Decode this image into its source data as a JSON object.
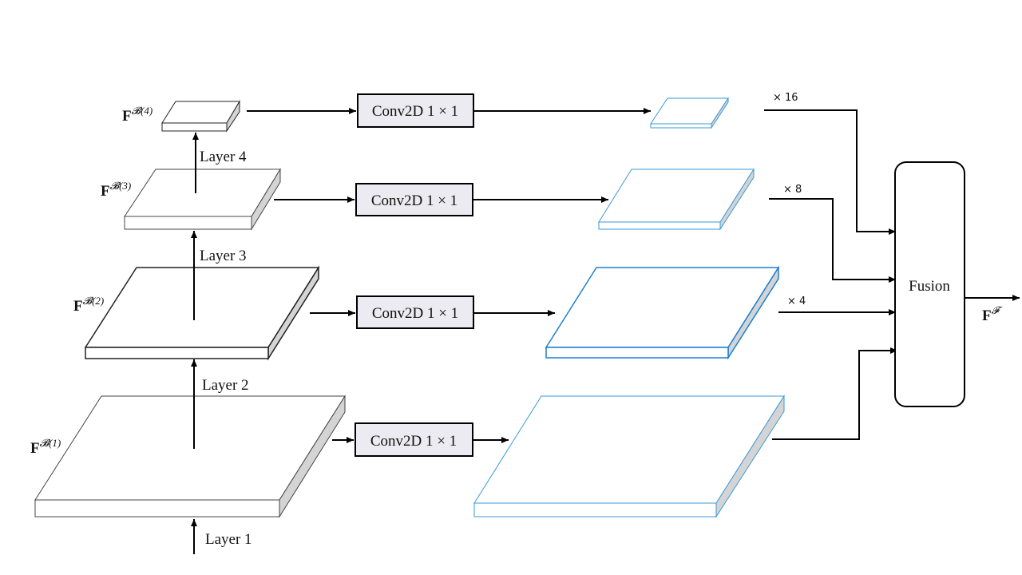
{
  "layers": [
    {
      "label": "Layer 1"
    },
    {
      "label": "Layer 2"
    },
    {
      "label": "Layer 3"
    },
    {
      "label": "Layer 4"
    }
  ],
  "features": [
    {
      "symbol": "F",
      "superscript": "𝓑(1)"
    },
    {
      "symbol": "F",
      "superscript": "𝓑(2)"
    },
    {
      "symbol": "F",
      "superscript": "𝓑(3)"
    },
    {
      "symbol": "F",
      "superscript": "𝓑(4)"
    }
  ],
  "conv_label": "Conv2D 1 × 1",
  "multipliers": [
    "× 4",
    "× 8",
    "× 16"
  ],
  "fusion_label": "Fusion",
  "output": {
    "symbol": "F",
    "superscript": "𝓕"
  },
  "colors": {
    "backbone_stroke": "#444444",
    "branch_stroke": "#3a9ad9",
    "glow": "#5fd3e8",
    "conv_fill": "#ecebf1",
    "side_fill": "#d4d4d4"
  }
}
